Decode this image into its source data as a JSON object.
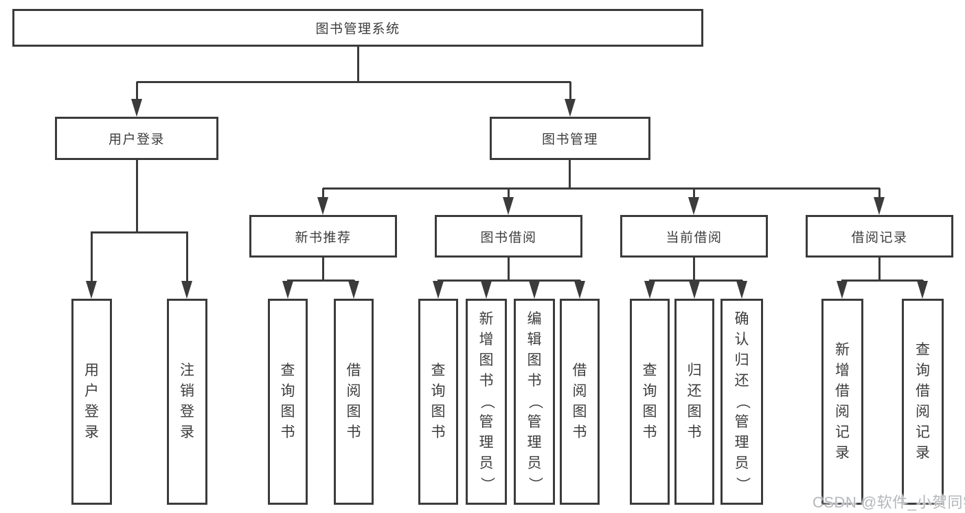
{
  "style": {
    "line_color": "#3b3b3b",
    "text_color": "#3d3d3d",
    "watermark_color": "#b4b7bb",
    "background": "#ffffff"
  },
  "tree": {
    "label": "图书管理系统",
    "children": [
      {
        "label": "用户登录",
        "children": [
          {
            "label": "用户登录"
          },
          {
            "label": "注销登录"
          }
        ]
      },
      {
        "label": "图书管理",
        "children": [
          {
            "label": "新书推荐",
            "children": [
              {
                "label": "查询图书"
              },
              {
                "label": "借阅图书"
              }
            ]
          },
          {
            "label": "图书借阅",
            "children": [
              {
                "label": "查询图书"
              },
              {
                "label": "新增图书（管理员）"
              },
              {
                "label": "编辑图书（管理员）"
              },
              {
                "label": "借阅图书"
              }
            ]
          },
          {
            "label": "当前借阅",
            "children": [
              {
                "label": "查询图书"
              },
              {
                "label": "归还图书"
              },
              {
                "label": "确认归还（管理员）"
              }
            ]
          },
          {
            "label": "借阅记录",
            "children": [
              {
                "label": "新增借阅记录"
              },
              {
                "label": "查询借阅记录"
              }
            ]
          }
        ]
      }
    ]
  },
  "watermark": {
    "text": "CSDN @软件_小贺同学"
  }
}
